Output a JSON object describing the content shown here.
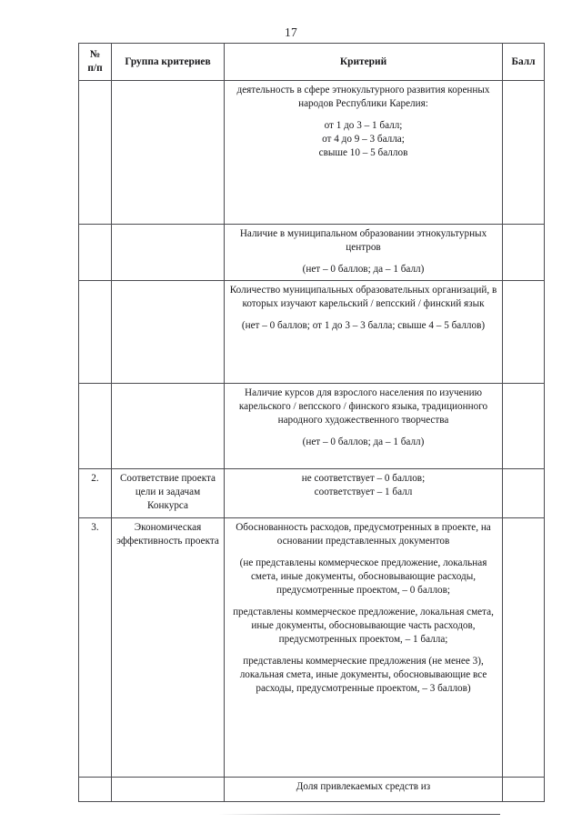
{
  "document": {
    "page_number": "17"
  },
  "table": {
    "headers": {
      "num": "№\nп/п",
      "group": "Группа критериев",
      "criterion": "Критерий",
      "score": "Балл"
    },
    "rows": [
      {
        "num": "",
        "group": "",
        "criterion_blocks": [
          "деятельность в сфере этнокультурного развития коренных народов Республики Карелия:",
          "от 1 до 3 – 1 балл;\nот 4 до 9 – 3 балла;\nсвыше 10 – 5 баллов"
        ],
        "score": ""
      },
      {
        "num": "",
        "group": "",
        "criterion_blocks": [
          "Наличие в муниципальном образовании этнокультурных центров",
          "(нет – 0 баллов; да – 1 балл)"
        ],
        "score": ""
      },
      {
        "num": "",
        "group": "",
        "criterion_blocks": [
          "Количество муниципальных образовательных организаций, в которых изучают карельский / вепсский / финский язык",
          "(нет – 0 баллов; от 1 до 3 – 3 балла; свыше 4 – 5 баллов)"
        ],
        "score": ""
      },
      {
        "num": "",
        "group": "",
        "criterion_blocks": [
          "Наличие курсов для взрослого населения по изучению карельского / вепсского / финского языка, традиционного народного художественного творчества",
          "(нет – 0 баллов; да – 1 балл)"
        ],
        "score": ""
      },
      {
        "num": "2.",
        "group": "Соответствие проекта цели и задачам Конкурса",
        "criterion_blocks": [
          "не соответствует – 0 баллов;\nсоответствует – 1 балл"
        ],
        "score": ""
      },
      {
        "num": "3.",
        "group": "Экономическая эффективность проекта",
        "criterion_blocks": [
          "Обоснованность расходов, предусмотренных в проекте, на основании представленных документов",
          "(не представлены коммерческое предложение, локальная смета, иные документы, обосновывающие расходы, предусмотренные проектом, – 0 баллов;",
          "представлены коммерческое предложение, локальная смета, иные документы, обосновывающие часть расходов, предусмотренных проектом, – 1 балла;",
          "представлены коммерческие предложения (не менее 3), локальная смета, иные документы, обосновывающие все расходы, предусмотренные проектом, – 3 баллов)"
        ],
        "score": ""
      },
      {
        "num": "",
        "group": "",
        "criterion_blocks": [
          "Доля привлекаемых средств из"
        ],
        "score": ""
      }
    ]
  }
}
